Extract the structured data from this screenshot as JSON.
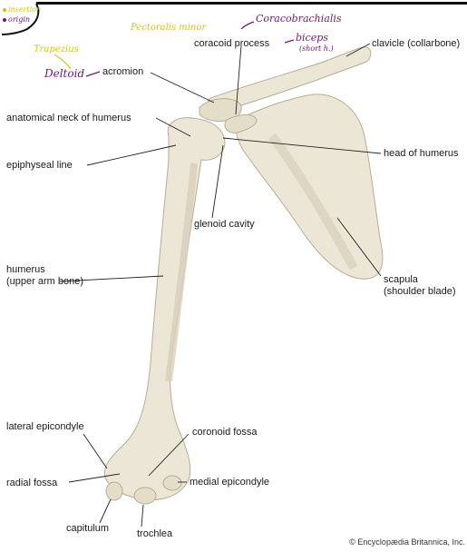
{
  "annotations": {
    "legend_insertion": "insertion",
    "legend_origin": "origin",
    "pectoralis_minor": "Pectoralis minor",
    "coracobrachialis": "Coracobrachialis",
    "biceps": "biceps",
    "biceps_short": "(short h.)",
    "trapezius": "Trapezius",
    "deltoid": "Deltoid"
  },
  "labels": {
    "coracoid_process": "coracoid process",
    "clavicle": "clavicle (collarbone)",
    "acromion": "acromion",
    "anatomical_neck": "anatomical neck of humerus",
    "head_of_humerus": "head of humerus",
    "epiphyseal_line": "epiphyseal line",
    "glenoid_cavity": "glenoid cavity",
    "humerus_1": "humerus",
    "humerus_2": "(upper arm bone)",
    "scapula_1": "scapula",
    "scapula_2": "(shoulder blade)",
    "lateral_epicondyle": "lateral epicondyle",
    "coronoid_fossa": "coronoid fossa",
    "radial_fossa": "radial fossa",
    "medial_epicondyle": "medial epicondyle",
    "capitulum": "capitulum",
    "trochlea": "trochlea"
  },
  "credit": "© Encyclopædia Britannica, Inc.",
  "colors": {
    "bone": "#ece6d6",
    "bone_shadow": "#cfc6b0",
    "ink_purple": "#6a1a6e",
    "ink_yellow": "#d6c21a",
    "leader": "#222222"
  }
}
